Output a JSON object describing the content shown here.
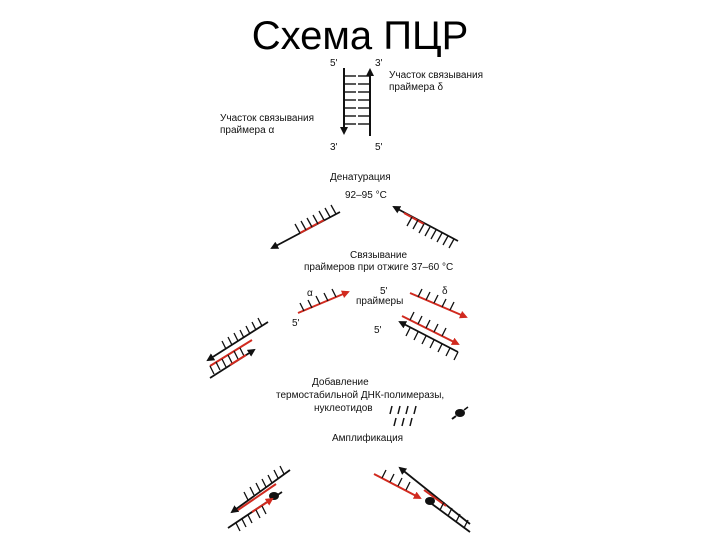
{
  "title": "Схема ПЦР",
  "colors": {
    "strand_black": "#111111",
    "strand_red": "#d12a1f",
    "background": "#ffffff"
  },
  "diagram": {
    "top": {
      "five_prime_left": "5'",
      "three_prime_right": "3'",
      "three_prime_bottom_left": "3'",
      "five_prime_bottom_right": "5'",
      "site_delta_line1": "Участок связывания",
      "site_delta_line2": "праймера δ",
      "site_alpha_line1": "Участок связывания",
      "site_alpha_line2": "праймера α"
    },
    "denaturation": {
      "label": "Денатурация",
      "temp": "92–95 °C"
    },
    "annealing": {
      "line1": "Связывание",
      "line2": "праймеров при отжиге 37–60 °C"
    },
    "primers": {
      "alpha": "α",
      "delta": "δ",
      "five_a": "5'",
      "five_b": "5'",
      "five_c": "5'",
      "label": "праймеры"
    },
    "addition": {
      "line1": "Добавление",
      "line2": "термостабильной ДНК-полимеразы,",
      "line3": "нуклеотидов"
    },
    "amplification": {
      "label": "Амплификация"
    }
  }
}
